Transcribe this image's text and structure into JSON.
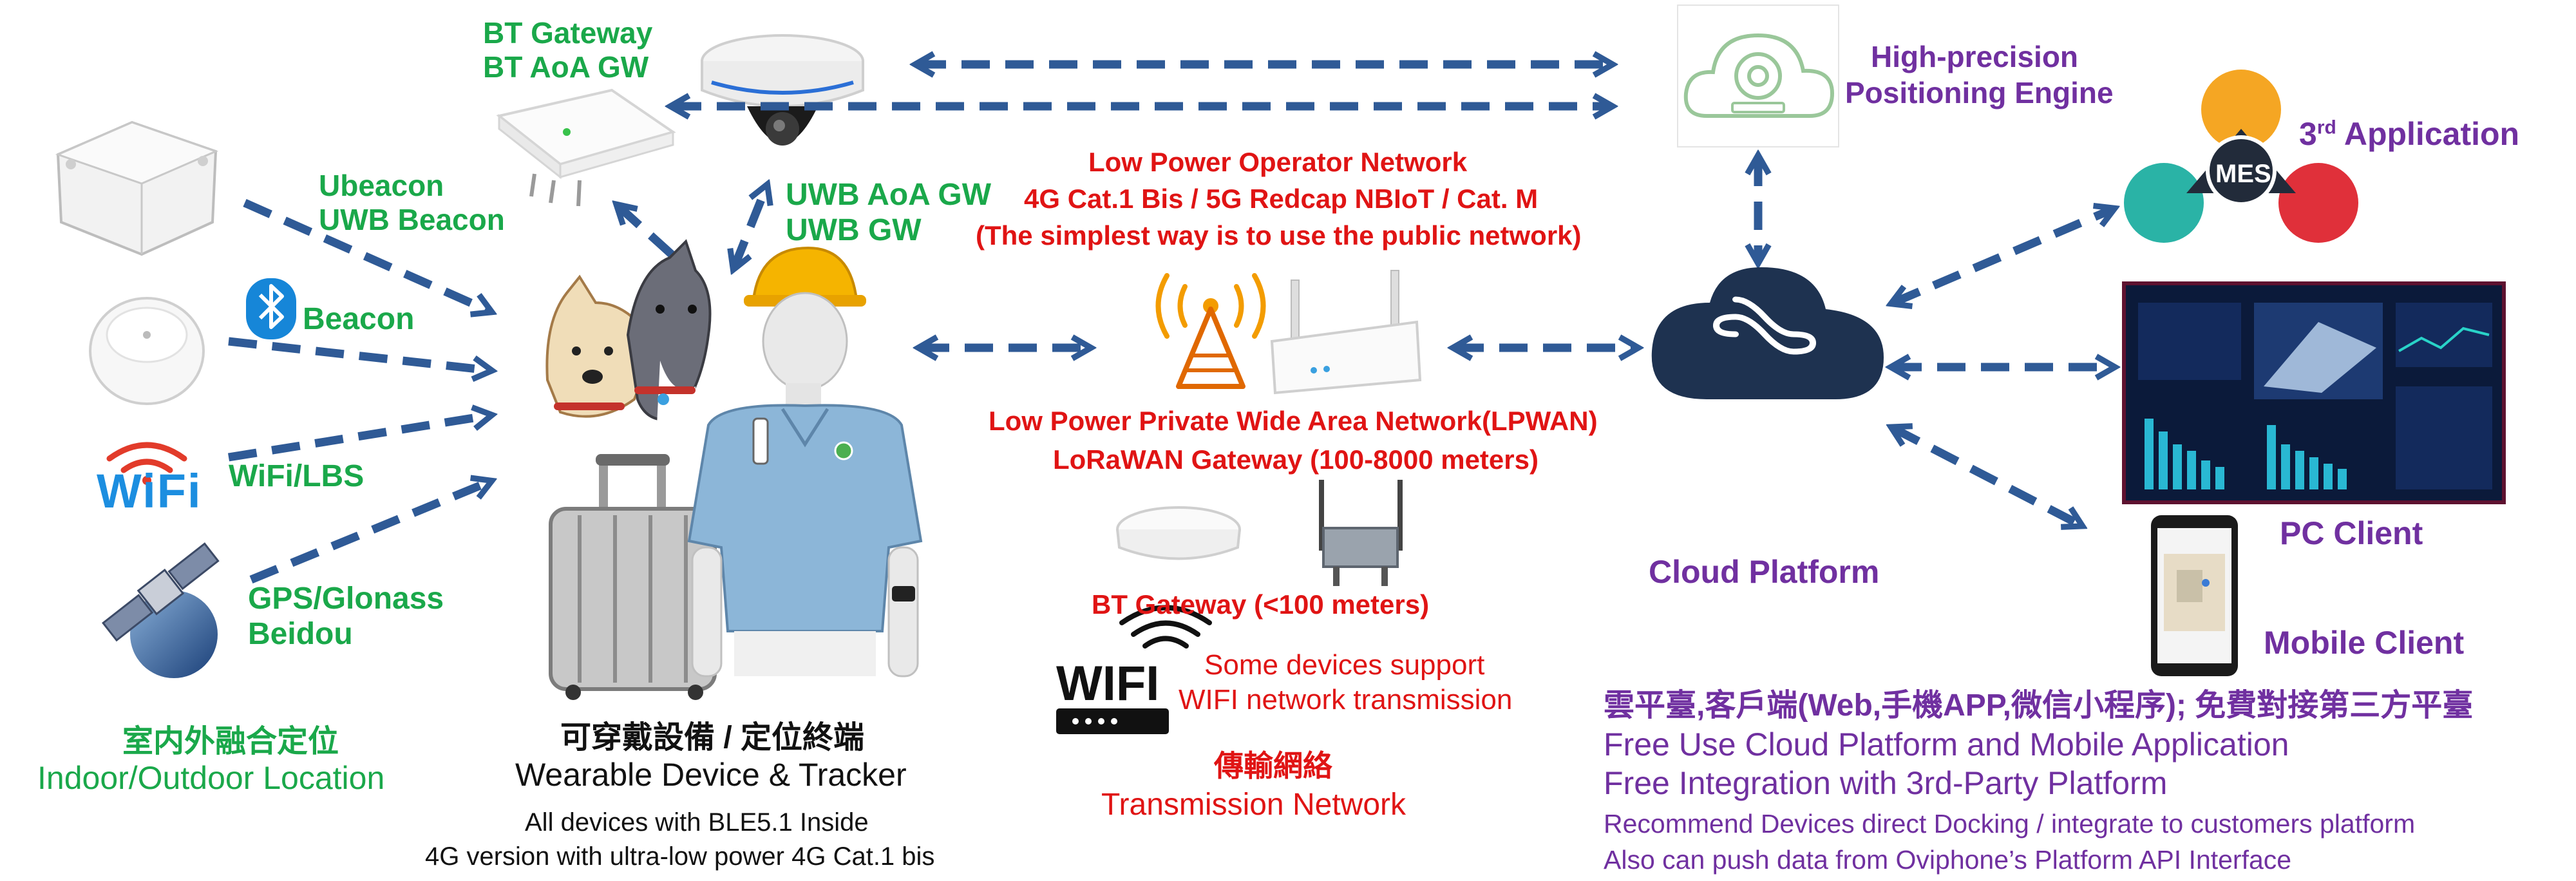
{
  "colors": {
    "arrow": "#2f5a96",
    "green": "#1aa84a",
    "red": "#e01414",
    "purple": "#7030a0",
    "cloud": "#1e3250",
    "wifi_blue": "#1c8ee0"
  },
  "left_sources": {
    "ubeacon": [
      "Ubeacon",
      "UWB Beacon"
    ],
    "beacon": "Beacon",
    "wifi_lbs": "WiFi/LBS",
    "gps": [
      "GPS/Glonass",
      "Beidou"
    ],
    "wifi_logo_text": "WiFi",
    "location_cn": "室内外融合定位",
    "location_en": "Indoor/Outdoor Location"
  },
  "gateways_top": {
    "bt_gw": [
      "BT Gateway",
      "BT AoA GW"
    ],
    "uwb_gw": [
      "UWB AoA GW",
      "UWB GW"
    ]
  },
  "wearable": {
    "title_cn": "可穿戴設備 / 定位終端",
    "title_en": "Wearable Device & Tracker",
    "note1": "All devices with BLE5.1 Inside",
    "note2": "4G version with ultra-low power 4G Cat.1 bis"
  },
  "network": {
    "operator_title": "Low Power Operator Network",
    "operator_line2": "4G Cat.1 Bis / 5G Redcap NBIoT / Cat. M",
    "operator_line3": "(The simplest way is to use the public network)",
    "lpwan_line1": "Low Power Private Wide Area Network(LPWAN)",
    "lpwan_line2": "LoRaWAN Gateway  (100-8000 meters)",
    "bt_gateway": "BT Gateway  (<100 meters)",
    "wifi_logo": "WIFI",
    "wifi_note1": "Some devices  support",
    "wifi_note2": "WIFI network transmission",
    "title_cn": "傳輸網絡",
    "title_en": "Transmission Network"
  },
  "cloud": {
    "engine_line1": "High-precision",
    "engine_line2": "Positioning Engine",
    "platform_label": "Cloud Platform"
  },
  "apps": {
    "third_app_pre": "3",
    "third_app_sup": "rd",
    "third_app_post": " Application",
    "mes_label": "MES",
    "pc_client": "PC Client",
    "mobile_client": "Mobile Client"
  },
  "platform_notes": {
    "cn": "雲平臺,客戶端(Web,手機APP,微信小程序); 免費對接第三方平臺",
    "en1": "Free Use Cloud Platform and Mobile Application",
    "en2": "Free Integration with 3rd-Party Platform",
    "small1": "Recommend Devices direct Docking / integrate to customers platform",
    "small2": "Also can push data from Oviphone’s Platform API Interface"
  }
}
